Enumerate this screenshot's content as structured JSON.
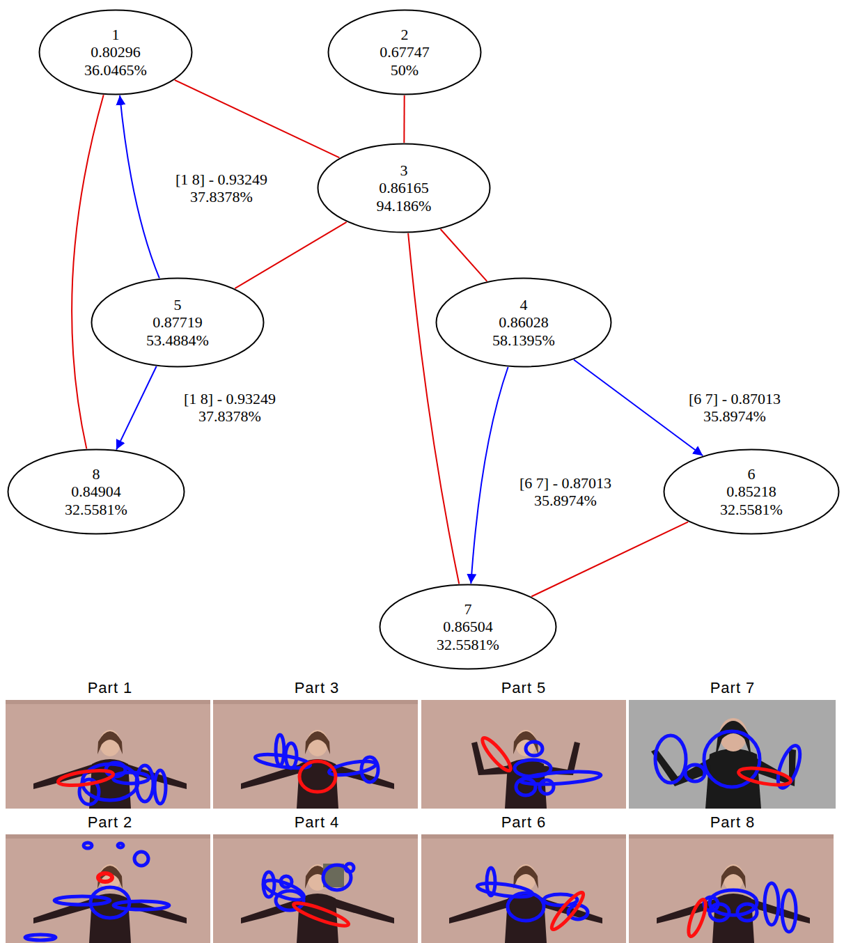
{
  "diagram": {
    "nodes": [
      {
        "text": [
          "1",
          "0.80296",
          "36.0465%"
        ]
      },
      {
        "text": [
          "2",
          "0.67747",
          "50%"
        ]
      },
      {
        "text": [
          "3",
          "0.86165",
          "94.186%"
        ]
      },
      {
        "text": [
          "4",
          "0.86028",
          "58.1395%"
        ]
      },
      {
        "text": [
          "5",
          "0.87719",
          "53.4884%"
        ]
      },
      {
        "text": [
          "6",
          "0.85218",
          "32.5581%"
        ]
      },
      {
        "text": [
          "7",
          "0.86504",
          "32.5581%"
        ]
      },
      {
        "text": [
          "8",
          "0.84904",
          "32.5581%"
        ]
      }
    ],
    "edges": [
      {
        "from": 0,
        "to": 2,
        "arrow": "none"
      },
      {
        "from": 1,
        "to": 2,
        "arrow": "none"
      },
      {
        "from": 4,
        "to": 0,
        "arrow": "to",
        "label": "[1 8] - 0.93249 37.8378%"
      },
      {
        "from": 2,
        "to": 4,
        "arrow": "none"
      },
      {
        "from": 2,
        "to": 3,
        "arrow": "none"
      },
      {
        "from": 4,
        "to": 7,
        "arrow": "to",
        "label": "[1 8] - 0.93249 37.8378%"
      },
      {
        "from": 3,
        "to": 6,
        "arrow": "to",
        "label": "[6 7] - 0.87013 35.8974%"
      },
      {
        "from": 3,
        "to": 5,
        "arrow": "to",
        "label": "[6 7] - 0.87013 35.8974%"
      },
      {
        "from": 2,
        "to": 6,
        "arrow": "none"
      },
      {
        "from": 0,
        "to": 7,
        "arrow": "none"
      },
      {
        "from": 5,
        "to": 6,
        "arrow": "none"
      }
    ],
    "labels": [
      "Part 1",
      "Part 3",
      "Part 5",
      "Part 7",
      "Part 2",
      "Part 4",
      "Part 6",
      "Part 8"
    ]
  }
}
